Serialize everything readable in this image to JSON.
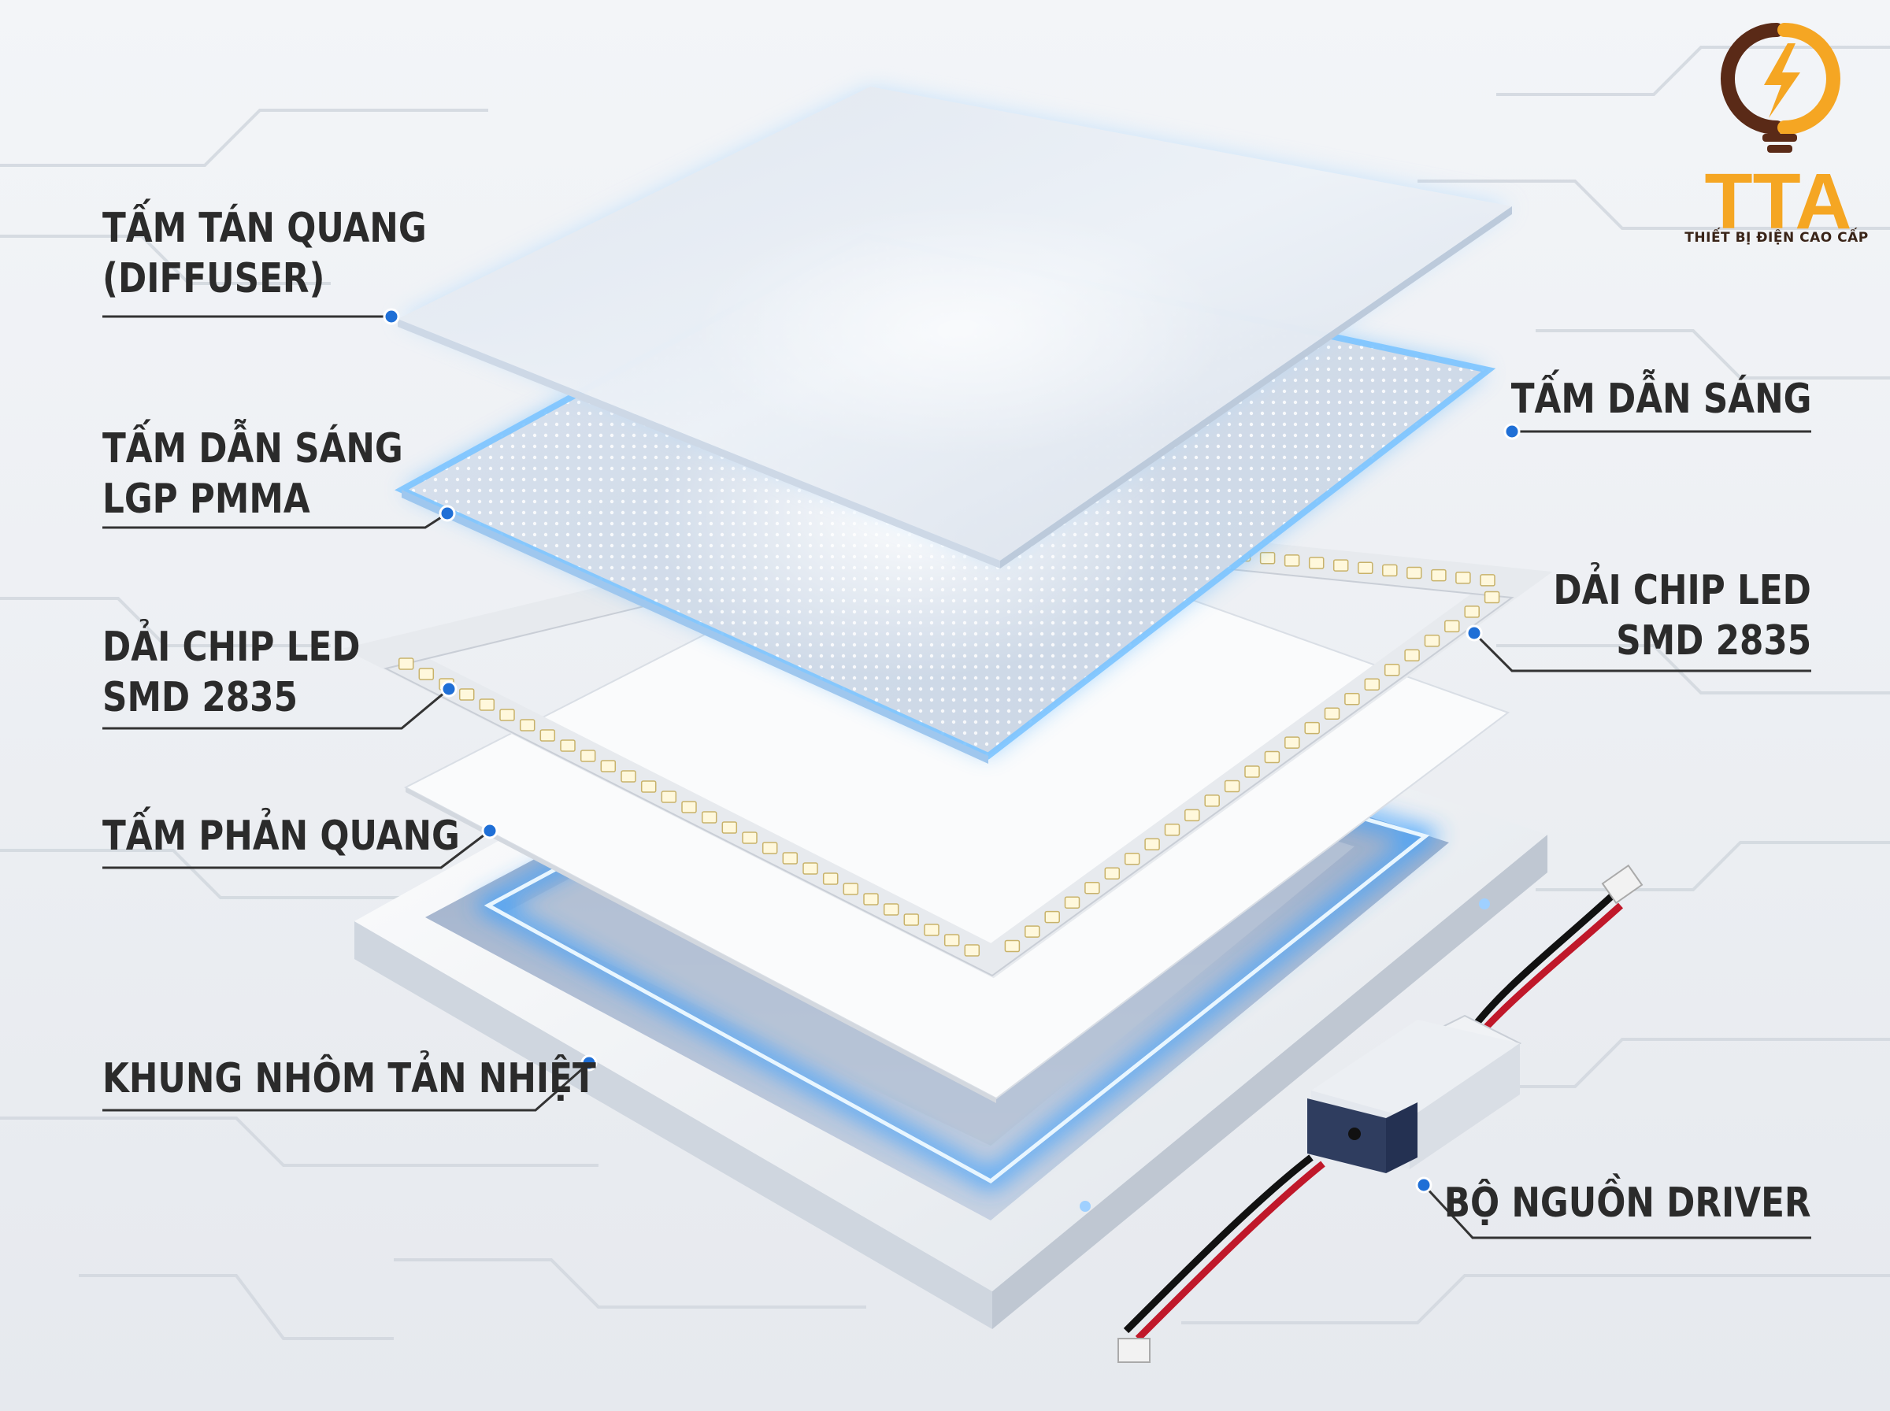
{
  "labels": {
    "diffuser_line1": "TẤM TÁN QUANG",
    "diffuser_line2": "(DIFFUSER)",
    "lgp_line1": "TẤM DẪN SÁNG",
    "lgp_line2": "LGP PMMA",
    "led_left_line1": "DẢI CHIP LED",
    "led_left_line2": "SMD 2835",
    "reflector": "TẤM PHẢN QUANG",
    "frame": "KHUNG NHÔM TẢN NHIỆT",
    "lgp_right": "TẤM DẪN SÁNG",
    "led_right_line1": "DẢI CHIP LED",
    "led_right_line2": "SMD 2835",
    "driver": "BỘ NGUỒN DRIVER"
  },
  "logo": {
    "brand": "TTA",
    "tagline": "THIẾT BỊ ĐIỆN CAO CẤP",
    "icon": "lightbulb-bolt-icon"
  },
  "colors": {
    "label_text": "#2b2b2b",
    "leader_line": "#333333",
    "leader_dot": "#1f6fd6",
    "glow": "#3aa0ff",
    "logo_orange": "#f5a623",
    "logo_brown": "#5a2a17"
  }
}
